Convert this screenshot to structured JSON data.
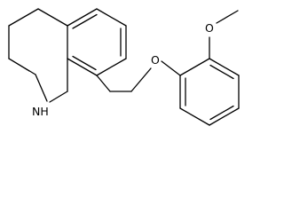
{
  "colors": {
    "bond": "#000000",
    "background": "#ffffff"
  },
  "atoms": [
    {
      "id": "amine",
      "label": "NH",
      "name": "amine-nitrogen-label"
    },
    {
      "id": "ether_oxygen",
      "label": "O",
      "name": "ether-oxygen-label"
    },
    {
      "id": "methoxy_oxygen",
      "label": "O",
      "name": "methoxy-oxygen-label"
    }
  ]
}
